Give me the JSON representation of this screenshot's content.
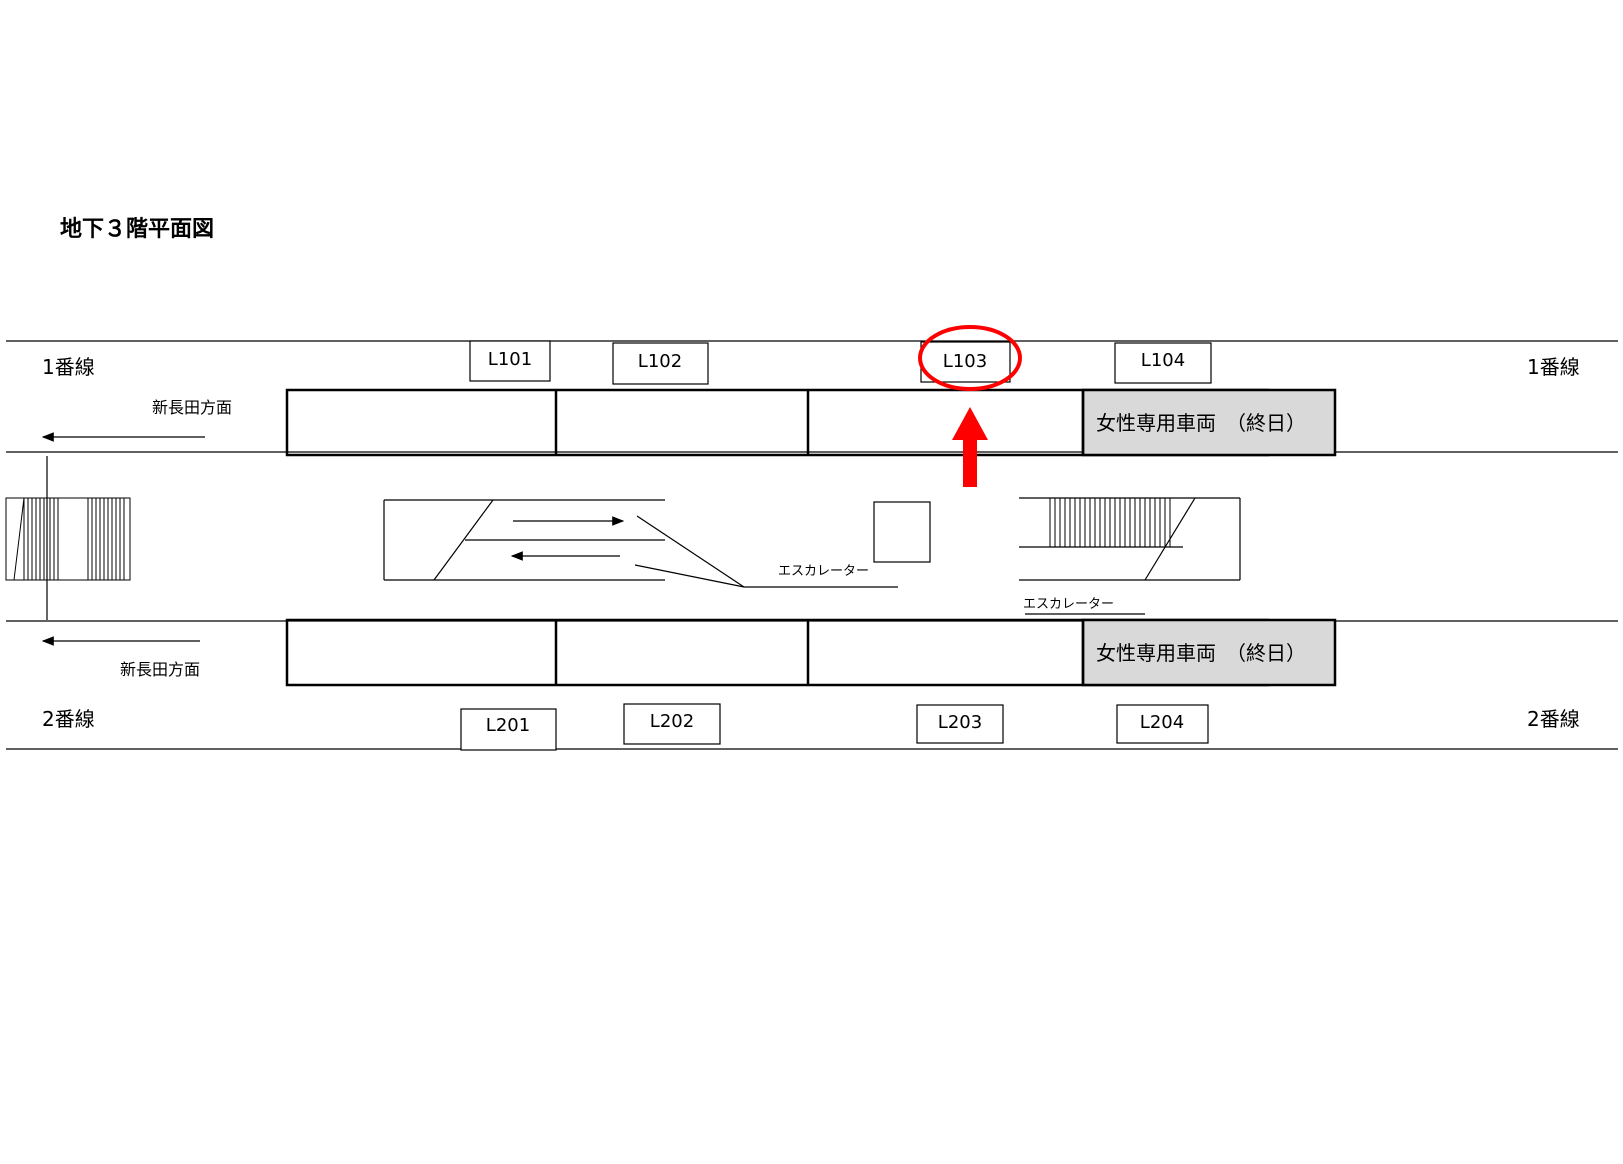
{
  "title": "地下３階平面図",
  "tracks": {
    "track1": "1番線",
    "track2": "2番線"
  },
  "direction_label": "新長田方面",
  "locations_track1": [
    "L101",
    "L102",
    "L103",
    "L104"
  ],
  "locations_track2": [
    "L201",
    "L202",
    "L203",
    "L204"
  ],
  "womens_car": "女性専用車両　（終日）",
  "escalator": "エスカレーター",
  "highlight": {
    "location": "L103",
    "color": "#ff0000"
  }
}
